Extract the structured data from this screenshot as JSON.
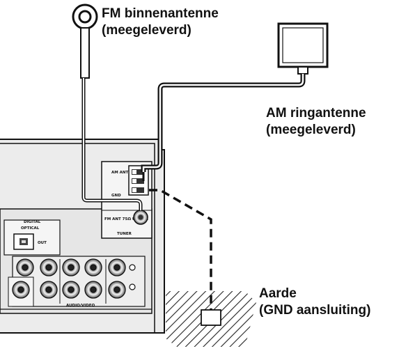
{
  "labels": {
    "fm": {
      "line1": "FM binnenantenne",
      "line2": "(meegeleverd)"
    },
    "am": {
      "line1": "AM ringantenne",
      "line2": "(meegeleverd)"
    },
    "gnd": {
      "line1": "Aarde",
      "line2": "(GND aansluiting)"
    }
  },
  "panel": {
    "am_ant": "AM ANT",
    "gnd": "GND",
    "fm_ant": "FM ANT 75Ω UNBAL.",
    "tuner": "TUNER",
    "digital": "DIGITAL",
    "optical": "OPTICAL",
    "out": "OUT",
    "audio_video": "AUDIO/VIDEO"
  },
  "colors": {
    "line": "#111111",
    "panel_fill": "#d9d9d9",
    "hatch": "#222222"
  }
}
